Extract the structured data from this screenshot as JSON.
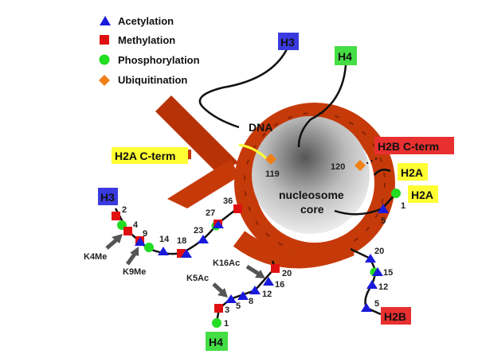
{
  "legend": [
    {
      "label": "Acetylation",
      "shape": "triangle",
      "color": "#1a1adc"
    },
    {
      "label": "Methylation",
      "shape": "square",
      "color": "#e01010"
    },
    {
      "label": "Phosphorylation",
      "shape": "circle",
      "color": "#22dd22"
    },
    {
      "label": "Ubiquitination",
      "shape": "diamond",
      "color": "#f08018"
    }
  ],
  "labels": {
    "h3_top": "H3",
    "h4_top": "H4",
    "dna": "DNA",
    "h2a_cterm": "H2A C-term",
    "h2b_cterm": "H2B C-term",
    "h2a_1": "H2A",
    "h2a_2": "H2A",
    "core_1": "nucleosome",
    "core_2": "core",
    "h3_tail": "H3",
    "h4_tail": "H4",
    "h2b_tail": "H2B",
    "k4me": "K4Me",
    "k9me": "K9Me",
    "k16ac": "K16Ac",
    "k5ac": "K5Ac"
  },
  "residues": {
    "h2a_119": "119",
    "h2b_120": "120",
    "h2a_1": "1",
    "h2a_5": "5",
    "h3": [
      "2",
      "4",
      "9",
      "14",
      "18",
      "23",
      "27",
      "36"
    ],
    "h4": [
      "1",
      "3",
      "5",
      "8",
      "12",
      "16",
      "20"
    ],
    "h2b": [
      "20",
      "15",
      "12",
      "5"
    ]
  },
  "colors": {
    "acetyl": "#1a1adc",
    "methyl": "#e01010",
    "phospho": "#22dd22",
    "ubiq": "#f08018",
    "dna": "#c63a0a",
    "h3box": "#3a3ae0",
    "h4box": "#44dd44",
    "yellow": "#ffff33",
    "red": "#e83030"
  }
}
